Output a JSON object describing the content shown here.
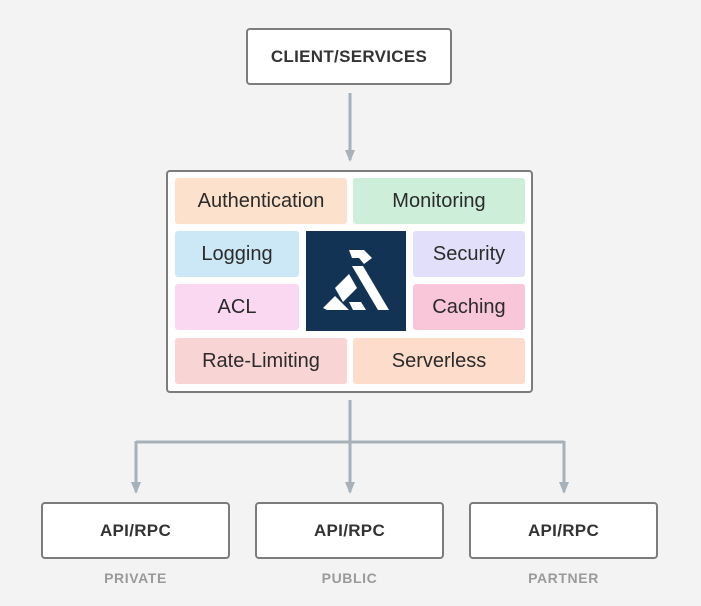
{
  "client": {
    "label": "CLIENT/SERVICES"
  },
  "gateway": {
    "plugins": {
      "authentication": {
        "label": "Authentication",
        "color": "#fce1cc"
      },
      "monitoring": {
        "label": "Monitoring",
        "color": "#cdeed9"
      },
      "logging": {
        "label": "Logging",
        "color": "#cce8f6"
      },
      "security": {
        "label": "Security",
        "color": "#e2dffa"
      },
      "acl": {
        "label": "ACL",
        "color": "#fad8f2"
      },
      "caching": {
        "label": "Caching",
        "color": "#f8c5d9"
      },
      "rate_limiting": {
        "label": "Rate-Limiting",
        "color": "#f9d4d4"
      },
      "serverless": {
        "label": "Serverless",
        "color": "#fddccc"
      }
    },
    "logo_icon": "kong-gorilla-logo-icon",
    "logo_color": "#123354"
  },
  "apis": [
    {
      "label": "API/RPC",
      "caption": "PRIVATE"
    },
    {
      "label": "API/RPC",
      "caption": "PUBLIC"
    },
    {
      "label": "API/RPC",
      "caption": "PARTNER"
    }
  ],
  "colors": {
    "background": "#f3f3f3",
    "connector": "#a7b1b9",
    "border": "#7c7c7c"
  }
}
